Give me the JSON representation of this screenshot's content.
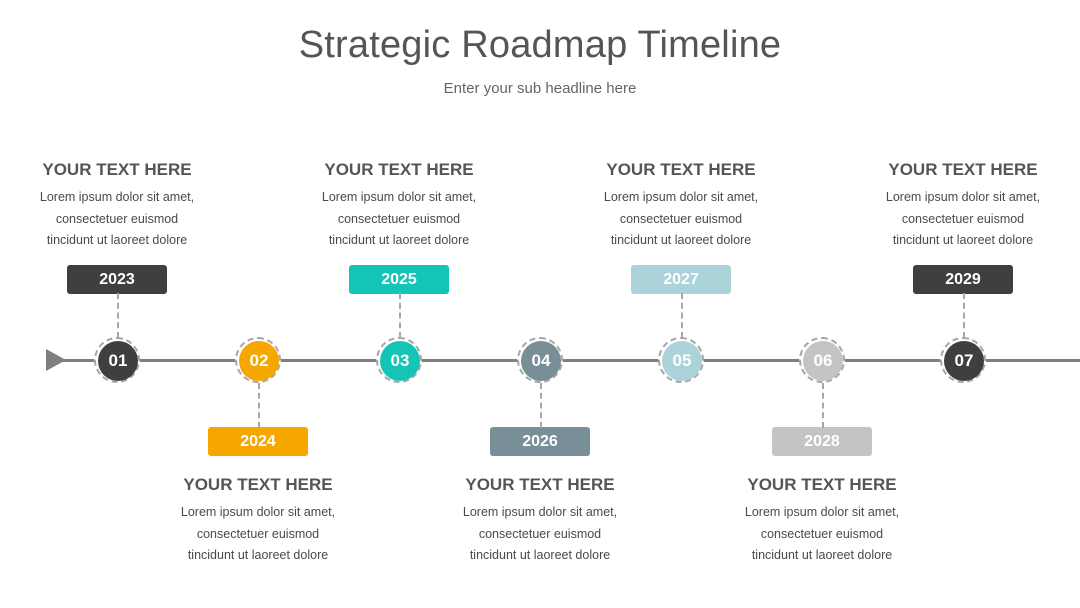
{
  "title": "Strategic Roadmap Timeline",
  "subtitle": "Enter your sub headline here",
  "colors": {
    "axis": "#7f7f7f",
    "dark": "#3f3f3f",
    "orange": "#f5a700",
    "teal": "#14c4b4",
    "slate": "#788f98",
    "light_blue": "#acd3da",
    "light_gray": "#c4c4c4"
  },
  "milestones": [
    {
      "number": "01",
      "year": "2023",
      "heading": "YOUR TEXT HERE",
      "lines": [
        "Lorem ipsum dolor sit amet,",
        "consectetuer euismod",
        "tincidunt ut laoreet dolore"
      ],
      "position": "above",
      "color": "#3f3f3f"
    },
    {
      "number": "02",
      "year": "2024",
      "heading": "YOUR TEXT HERE",
      "lines": [
        "Lorem ipsum dolor sit amet,",
        "consectetuer euismod",
        "tincidunt ut laoreet dolore"
      ],
      "position": "below",
      "color": "#f5a700"
    },
    {
      "number": "03",
      "year": "2025",
      "heading": "YOUR TEXT HERE",
      "lines": [
        "Lorem ipsum dolor sit amet,",
        "consectetuer euismod",
        "tincidunt ut laoreet dolore"
      ],
      "position": "above",
      "color": "#14c4b4"
    },
    {
      "number": "04",
      "year": "2026",
      "heading": "YOUR TEXT HERE",
      "lines": [
        "Lorem ipsum dolor sit amet,",
        "consectetuer euismod",
        "tincidunt ut laoreet dolore"
      ],
      "position": "below",
      "color": "#788f98"
    },
    {
      "number": "05",
      "year": "2027",
      "heading": "YOUR TEXT HERE",
      "lines": [
        "Lorem ipsum dolor sit amet,",
        "consectetuer euismod",
        "tincidunt ut laoreet dolore"
      ],
      "position": "above",
      "color": "#acd3da"
    },
    {
      "number": "06",
      "year": "2028",
      "heading": "YOUR TEXT HERE",
      "lines": [
        "Lorem ipsum dolor sit amet,",
        "consectetuer euismod",
        "tincidunt ut laoreet dolore"
      ],
      "position": "below",
      "color": "#c4c4c4"
    },
    {
      "number": "07",
      "year": "2029",
      "heading": "YOUR TEXT HERE",
      "lines": [
        "Lorem ipsum dolor sit amet,",
        "consectetuer euismod",
        "tincidunt ut laoreet dolore"
      ],
      "position": "above",
      "color": "#3f3f3f"
    }
  ]
}
